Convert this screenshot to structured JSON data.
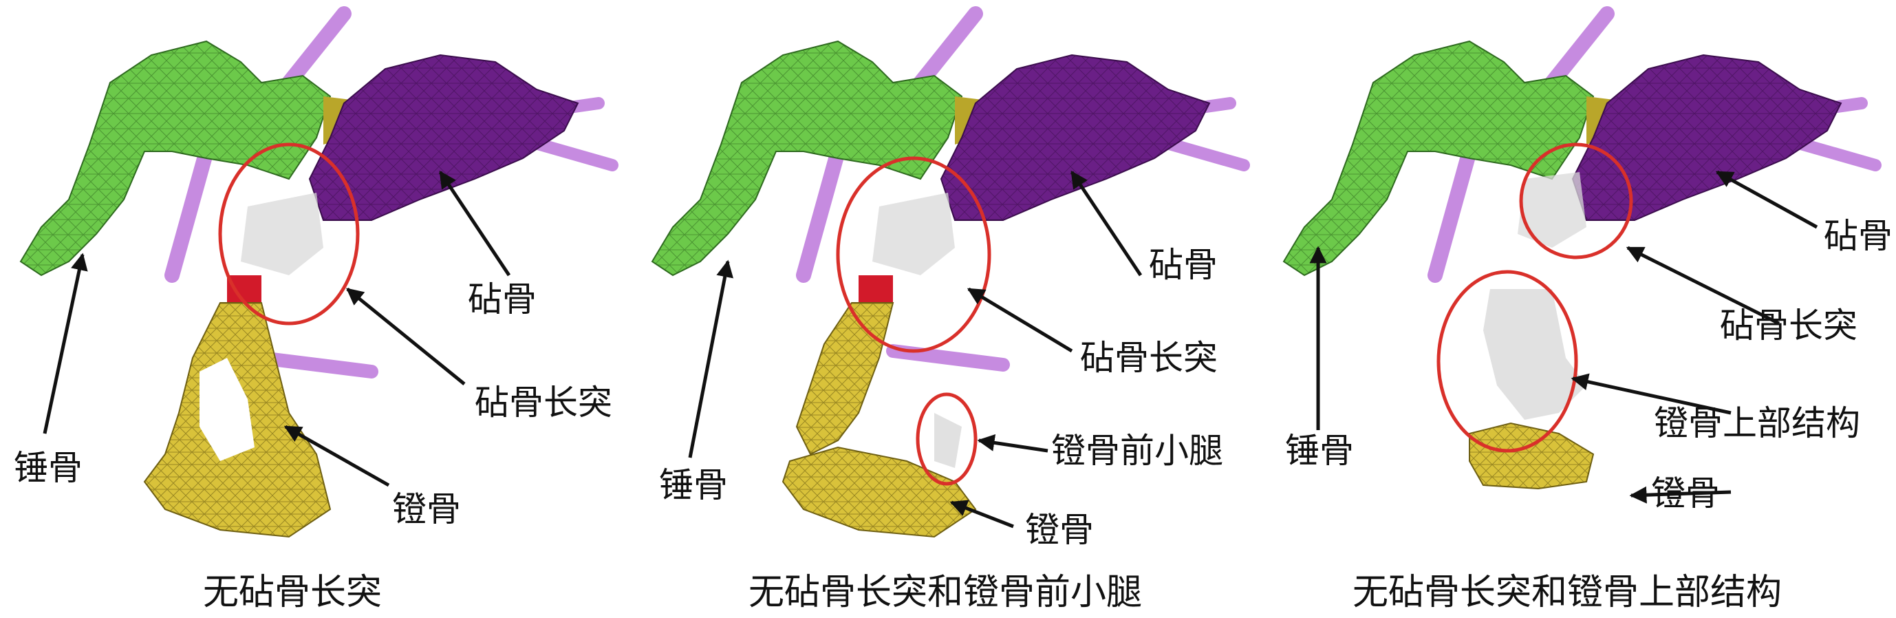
{
  "colors": {
    "malleus": "#6cc94a",
    "incus": "#6a1f86",
    "stapes": "#d9c23a",
    "joint": "#b9a62a",
    "ligament": "#c68be0",
    "cap": "#d21a2a",
    "ghost": "#d9d9d9",
    "circle": "#d9302a",
    "arrow": "#111111"
  },
  "panels": [
    {
      "caption": "无砧骨长突",
      "labels": {
        "incus": "砧骨",
        "long_process": "砧骨长突",
        "malleus": "锤骨",
        "stapes": "镫骨"
      }
    },
    {
      "caption": "无砧骨长突和镫骨前小腿",
      "labels": {
        "incus": "砧骨",
        "long_process": "砧骨长突",
        "anterior_crus": "镫骨前小腿",
        "malleus": "锤骨",
        "stapes": "镫骨"
      }
    },
    {
      "caption": "无砧骨长突和镫骨上部结构",
      "labels": {
        "incus": "砧骨",
        "long_process": "砧骨长突",
        "superstructure": "镫骨上部结构",
        "malleus": "锤骨",
        "stapes": "镫骨"
      }
    }
  ]
}
